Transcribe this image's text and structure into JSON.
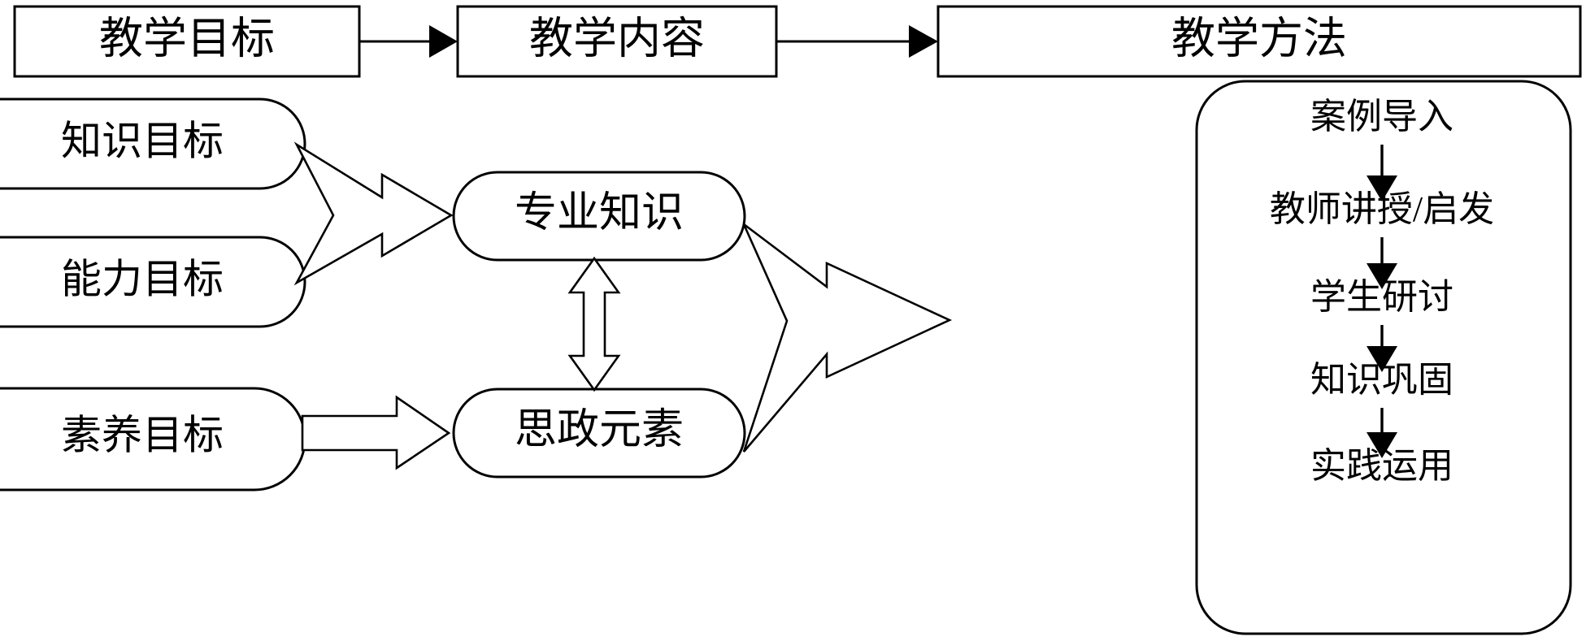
{
  "diagram": {
    "title_row": [
      {
        "id": "teaching-objectives",
        "label": "教学目标"
      },
      {
        "id": "teaching-content",
        "label": "教学内容"
      },
      {
        "id": "teaching-methods",
        "label": "教学方法"
      }
    ],
    "objectives": [
      {
        "id": "knowledge-objective",
        "label": "知识目标"
      },
      {
        "id": "ability-objective",
        "label": "能力目标"
      },
      {
        "id": "literacy-objective",
        "label": "素养目标"
      }
    ],
    "content_nodes": [
      {
        "id": "professional-knowledge",
        "label": "专业知识"
      },
      {
        "id": "ideological-elements",
        "label": "思政元素"
      }
    ],
    "method_steps": [
      {
        "id": "case-introduction",
        "label": "案例导入"
      },
      {
        "id": "teacher-lecture",
        "label": "教师讲授/启发"
      },
      {
        "id": "student-discussion",
        "label": "学生研讨"
      },
      {
        "id": "knowledge-consolidation",
        "label": "知识巩固"
      },
      {
        "id": "practical-application",
        "label": "实践运用"
      }
    ],
    "colors": {
      "stroke": "#000000",
      "fill": "#ffffff",
      "text": "#000000"
    }
  }
}
